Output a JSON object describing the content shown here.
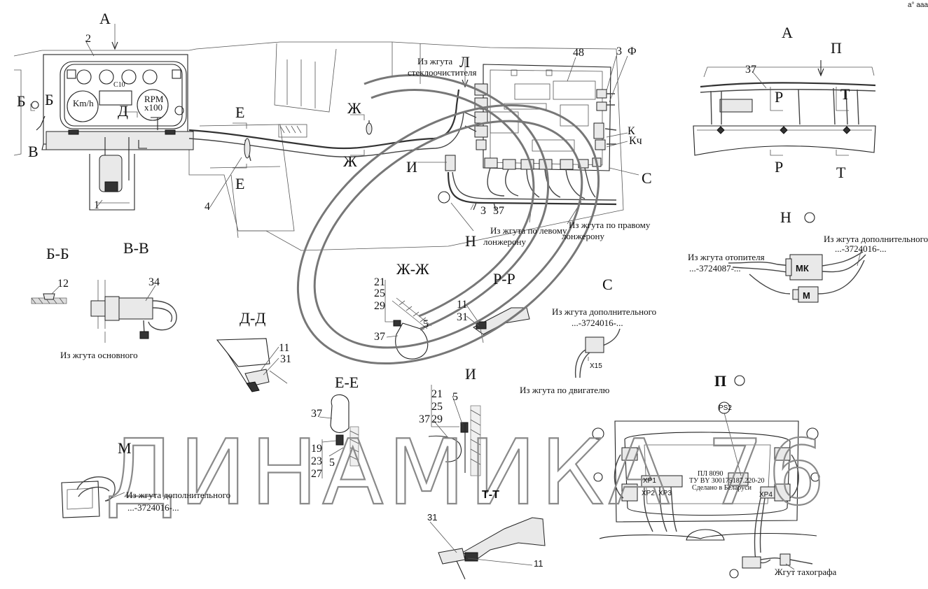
{
  "watermark": {
    "text": "ДИНАМИКА 76"
  },
  "views": {
    "a_top": "А",
    "a_right": "А",
    "p_view_top": "П",
    "bb": "Б-Б",
    "vv": "В-В",
    "dd": "Д-Д",
    "zhzh": "Ж-Ж",
    "ee": "Е-Е",
    "i_view": "И",
    "rr": "Р-Р",
    "s_view": "С",
    "n_view": "Н",
    "m_view": "М",
    "tt": "Т-Т",
    "p_view_bottom": "П"
  },
  "letters": {
    "b1": "Б",
    "b2": "Б",
    "v": "В",
    "d": "Д",
    "e1": "Е",
    "e2": "Е",
    "zh1": "Ж",
    "zh2": "Ж",
    "i": "И",
    "l": "Л",
    "f": "Ф",
    "k": "К",
    "kch": "Кч",
    "s": "С",
    "n": "Н",
    "p1": "Р",
    "p2": "Р",
    "t1": "Т",
    "t2": "Т"
  },
  "gauge": {
    "kmh": "Km/h",
    "rpm": "RPM",
    "x100": "x100",
    "c10": "C10"
  },
  "numbers": {
    "n2": "2",
    "n1": "1",
    "n4": "4",
    "n3a": "3",
    "n3b": "3",
    "n37a": "37",
    "n48": "48",
    "n37r": "37",
    "n12": "12",
    "n34": "34",
    "n11dd": "11",
    "n31dd": "31",
    "zz": [
      "21",
      "25",
      "29",
      "37",
      "5"
    ],
    "rr": [
      "11",
      "31"
    ],
    "ee": [
      "37",
      "19",
      "23",
      "27",
      "5"
    ],
    "ii": [
      "21",
      "25",
      "29",
      "5",
      "37"
    ],
    "tt": [
      "31",
      "11"
    ]
  },
  "notes": {
    "wiper1": "Из жгута",
    "wiper2": "стеклоочистителя",
    "left_spar1": "Из жгута по левому",
    "left_spar2": "лонжерону",
    "right_spar1": "Из жгута по правому",
    "right_spar2": "лонжерону",
    "main": "Из жгута основного",
    "add_s1": "Из жгута дополнительного",
    "add_s2": "...-3724016-...",
    "x15": "X15",
    "engine": "Из жгута по двигателю",
    "heater1": "Из жгута отопителя",
    "heater2": "...-3724087-...",
    "add_n1": "Из жгута дополнительного",
    "add_n2": "...-3724016-...",
    "mk": "МК",
    "m": "М",
    "add_m1": "Из жгута дополнительного",
    "add_m2": "...-3724016-...",
    "tacho": "Жгут тахографа",
    "ps2": "PS2",
    "pl1": "ПЛ 8090",
    "pl2": "ТУ BY 300175187.220-20",
    "pl3": "Сделано в Беларуси",
    "xp1": "XP1",
    "xp2": "XP2",
    "xp3": "XP3",
    "xp4": "XP4"
  },
  "corner_mark": "а° ааа"
}
